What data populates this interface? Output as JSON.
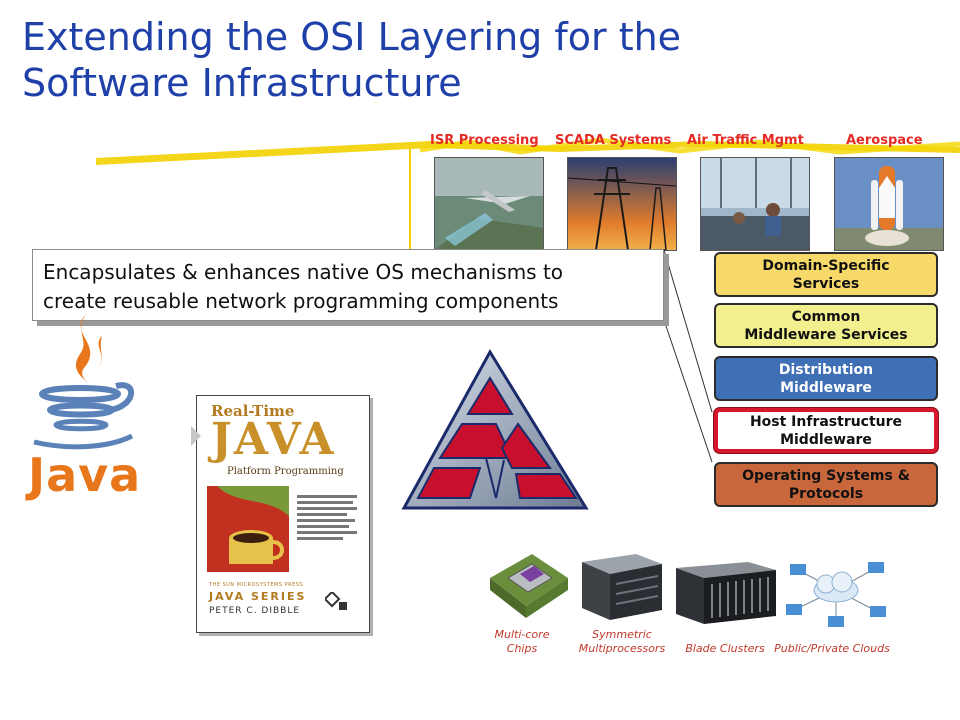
{
  "slide": {
    "title_line1": "Extending the OSI Layering for the",
    "title_line2": "Software Infrastructure"
  },
  "applications": [
    {
      "label": "ISR Processing",
      "icon": "uav-icon"
    },
    {
      "label": "SCADA Systems",
      "icon": "power-pylon-icon"
    },
    {
      "label": "Air Traffic Mgmt",
      "icon": "control-tower-icon"
    },
    {
      "label": "Aerospace",
      "icon": "space-shuttle-icon"
    }
  ],
  "layers": [
    {
      "line1": "Domain-Specific",
      "line2": "Services",
      "color": "#f7d96a",
      "text_color": "#111111"
    },
    {
      "line1": "Common",
      "line2": "Middleware Services",
      "color": "#f2ef8e",
      "text_color": "#111111"
    },
    {
      "line1": "Distribution",
      "line2": "Middleware",
      "color": "#3f6fb5",
      "text_color": "#ffffff"
    },
    {
      "line1": "Host Infrastructure",
      "line2": "Middleware",
      "color": "#ffffff",
      "text_color": "#111111",
      "highlight": "#d6172e"
    },
    {
      "line1": "Operating Systems &",
      "line2": "Protocols",
      "color": "#c8673c",
      "text_color": "#111111"
    }
  ],
  "callout": {
    "line1": "Encapsulates & enhances native OS mechanisms to",
    "line2": "create reusable network programming components"
  },
  "hardware": [
    {
      "line1": "Multi-core",
      "line2": "Chips",
      "icon": "cpu-chip-icon"
    },
    {
      "line1": "Symmetric",
      "line2": "Multiprocessors",
      "icon": "server-icon"
    },
    {
      "line1": "Blade Clusters",
      "line2": "",
      "icon": "blade-rack-icon"
    },
    {
      "line1": "Public/Private Clouds",
      "line2": "",
      "icon": "cloud-network-icon"
    }
  ],
  "java_logo": {
    "wordmark": "Java"
  },
  "book": {
    "title_small": "Real-Time",
    "title_big": "JAVA",
    "subtitle": "Platform Programming",
    "series_top": "THE SUN MICROSYSTEMS PRESS",
    "series": "JAVA SERIES",
    "author": "PETER C. DIBBLE"
  },
  "colors": {
    "title": "#1f40a8",
    "accent_stroke": "#f2d000",
    "app_label": "#e52a24",
    "hardware_label": "#c0392b",
    "java_orange": "#e8761b",
    "java_blue": "#5a82b8"
  }
}
